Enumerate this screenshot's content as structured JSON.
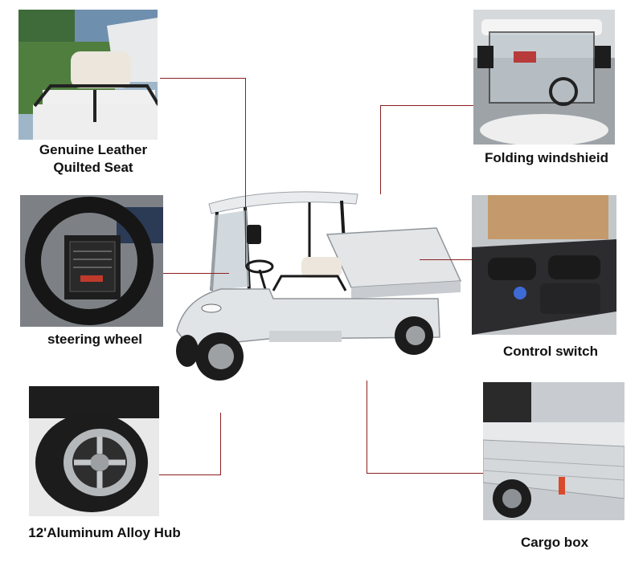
{
  "features": {
    "seat": "Genuine Leather\nQuilted Seat",
    "windshield": "Folding windshieid",
    "steering": "steering wheel",
    "control": "Control switch",
    "hub": "12'Aluminum Alloy Hub",
    "cargo": "Cargo box"
  },
  "colors": {
    "leader_line": "#8b2020",
    "cart_body": "#e6e8ea",
    "tire": "#1c1c1c"
  }
}
